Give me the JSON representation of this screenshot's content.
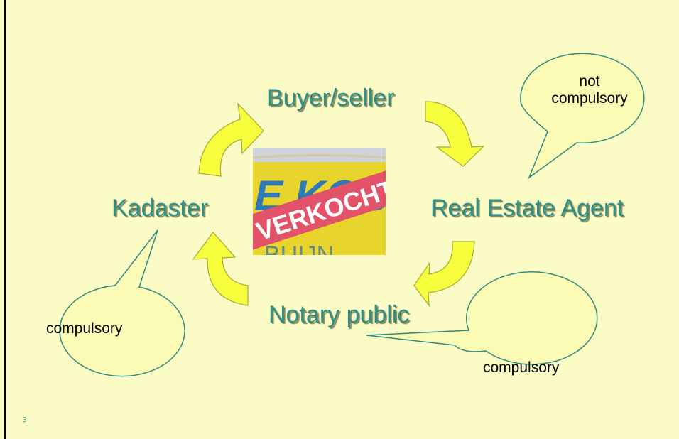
{
  "nodes": {
    "buyer_seller": "Buyer/seller",
    "real_estate_agent": "Real Estate Agent",
    "notary_public": "Notary public",
    "kadaster": "Kadaster"
  },
  "bubbles": {
    "agent": "not compulsory",
    "notary": "compulsory",
    "kadaster": "compulsory"
  },
  "photo": {
    "sign_text": "VERKOCHT",
    "background_text_top": "E KOO",
    "background_text_bottom": "BUIJN"
  },
  "page_number": "3",
  "colors": {
    "background": "#fbfbc6",
    "arrow_fill": "#f7ff3c",
    "arrow_stroke": "#a9a93a",
    "label_text": "#2f8f86",
    "bubble_fill": "#fbfbb6",
    "bubble_stroke": "#2e8b80"
  }
}
